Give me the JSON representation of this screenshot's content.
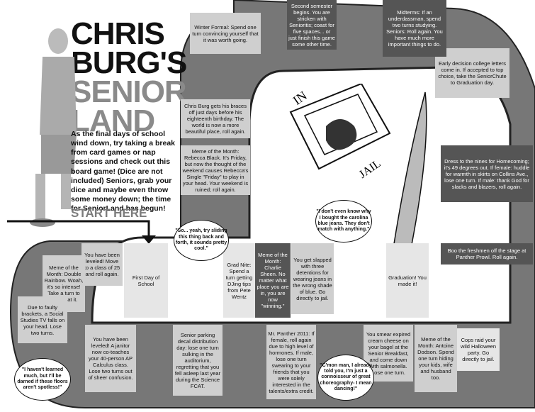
{
  "title": {
    "line1": "CHRIS",
    "line2": "BURG'S",
    "line3": "SENIOR",
    "line4": "LAND"
  },
  "intro": "As the final days of school wind down, try taking a break from card games or nap sessions and check out this board game! (Dice are not included) Seniors, grab your dice and maybe even throw some money down; the time for SeniorLand has begun!",
  "start_label": "START HERE",
  "jail": {
    "in_label": "IN",
    "jail_label": "JAIL"
  },
  "squares": {
    "first_day": "First Day of School",
    "leveled_1": "You have been leveled! Move to a class of 25 and roll again.",
    "double_rainbow": "Meme of the Month: Double Rainbow. Woah, it's so intense! Take a turn to marvel at it.",
    "faulty_brackets": "Due to faulty brackets, a Social Studies TV falls on your head. Lose two turns.",
    "leveled_2": "You have been leveled! A janitor now co-teaches your 40-person AP Calculus class. Lose two turns out of sheer confusion.",
    "parking": "Senior parking decal distribution day: lose one turn sulking in the auditorium, regretting that you fell asleep last year during the Science FCAT.",
    "mr_panther": "Mr. Panther 2011: If female, roll again due to high level of hormones. If male, lose one turn swearing to your friends that you were solely interested in the talents/extra credit.",
    "breakfast": "You smear expired cream cheese on your bagel at the Senior Breakfast, and come down with salmonella. Lose one turn.",
    "antoine": "Meme of the Month: Antoine Dodson. Spend one turn hiding your kids, wife and husband too.",
    "cops": "Cops raid your wild Halloween party. Go directly to jail.",
    "freshmen": "Boo the freshmen off the stage at Panther Prowl. Roll again.",
    "homecoming": "Dress to the nines for Homecoming; it's 49 degrees out. If female: huddle for warmth in skirts on Collins Ave., lose one turn. If male: thank God for slacks and blazers, roll again.",
    "early_decision": "Early decision college letters come in. If accepted to top choice, take the SeniorChute to Graduation day.",
    "midterms": "Midterms: If an underdassman, spend two turns studying. Seniors: Roll again. You have much more important things to do.",
    "second_semester": "Second semester begins. You are stricken with Senioritis; coast for five spaces... or just finish this game some other time.",
    "winter_formal": "Winter Formal: Spend one turn convincing yourself that it was worth going.",
    "braces": "Chris Burg gets his braces off just days before his eighteenth birthday. The world is now a more beautiful place, roll again.",
    "rebecca": "Meme of the Month: Rebecca Black. It's Friday, but now the thought of the weekend causes Rebecca's Single \"Friday\" to play in your head. Your weekend is ruined; roll again.",
    "grad_nite": "Grad Nite: Spend a turn getting DJing tips from Pete Wentz",
    "charlie": "Meme of the Month: Charlie Sheen. No matter what place you are in, you are now \"winning.\"",
    "detentions": "You get slapped with three detentions for wearing jeans in the wrong shade of blue. Go directly to jail.",
    "graduation": "Graduation! You made it!"
  },
  "bubbles": {
    "slide": "\"So... yeah, try sliding this thing back and forth, it sounds pretty cool.\"",
    "jeans": "\"I don't even know why I bought the carolina blue jeans. They don't match with anything.\"",
    "learned": "\"I haven't learned much, but I'll be darned if these floors aren't spotless!\"",
    "dancing": "\"C'mon man, I already told you, I'm just a connoisseur of great choreography- I mean dancing!\""
  },
  "colors": {
    "dark": "#555555",
    "mid": "#8a8a8a",
    "light": "#cfcfcf",
    "lighter": "#e6e6e6",
    "outline": "#222222"
  }
}
